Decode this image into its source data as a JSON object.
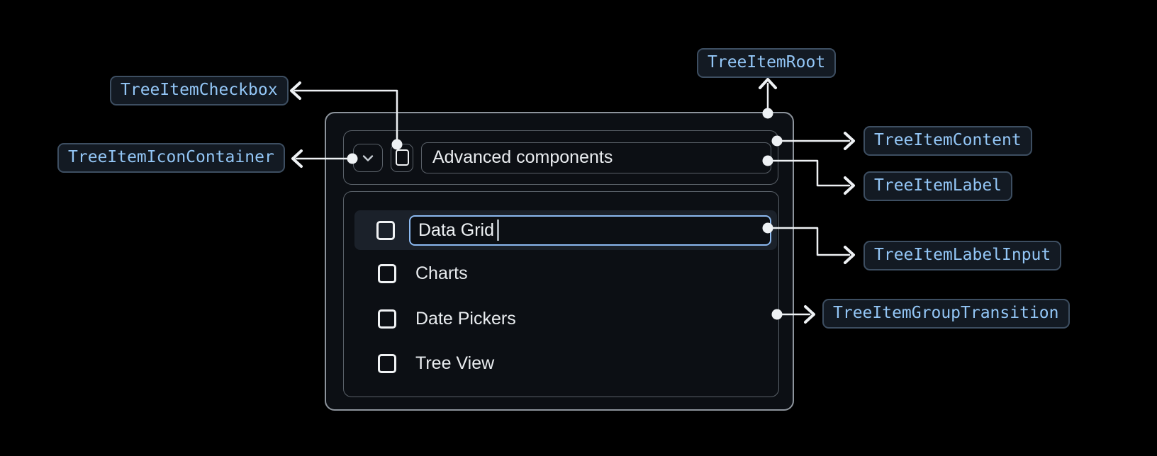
{
  "badges": {
    "tree_item_root": "TreeItemRoot",
    "tree_item_checkbox": "TreeItemCheckbox",
    "tree_item_icon_container": "TreeItemIconContainer",
    "tree_item_content": "TreeItemContent",
    "tree_item_label": "TreeItemLabel",
    "tree_item_label_input": "TreeItemLabelInput",
    "tree_item_group_transition": "TreeItemGroupTransition"
  },
  "tree": {
    "parent": {
      "label": "Advanced components",
      "expanded": true,
      "checkbox_checked": false
    },
    "editing_item": {
      "value": "Data Grid",
      "checkbox_checked": false
    },
    "items": [
      {
        "label": "Charts",
        "checkbox_checked": false
      },
      {
        "label": "Date Pickers",
        "checkbox_checked": false
      },
      {
        "label": "Tree View",
        "checkbox_checked": false
      }
    ]
  },
  "colors": {
    "page_background": "#000000",
    "surface_background": "#0c0f14",
    "row_highlight": "#1b212a",
    "border_gray": "#5a6169",
    "root_border": "#8d949c",
    "badge_background": "#131a23",
    "badge_border": "#3d4e61",
    "badge_text": "#93c6f6",
    "focus_border": "#8cb9f0",
    "text": "#e9ecef",
    "arrow": "#eef1f4"
  }
}
